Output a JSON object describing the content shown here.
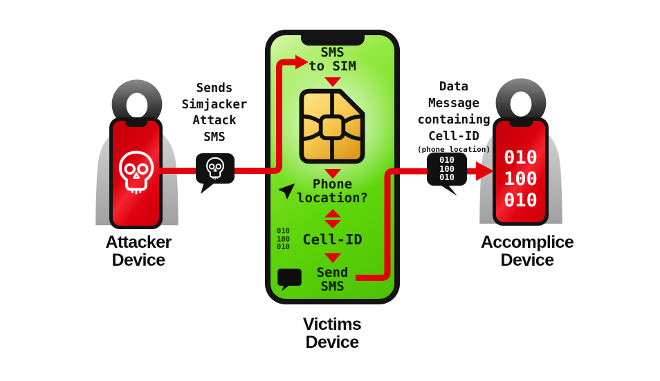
{
  "title": "Simjacker attack flow diagram",
  "colors": {
    "flow_red": "#e3000b",
    "screen_green": "#5fd60a",
    "screen_text": "#0c1c03",
    "sim_gold_light": "#ffe588",
    "sim_gold_dark": "#e09a1e",
    "bubble_black": "#111111",
    "hood_top_gray": "#8a8a8a",
    "hood_black": "#0d0d0d",
    "body_gray_light": "#d6d6d6",
    "body_gray_dark": "#9f9f9f"
  },
  "attacker": {
    "device_label": [
      "Attacker",
      "Device"
    ],
    "sms_annotation": [
      "Sends",
      "Simjacker",
      "Attack",
      "SMS"
    ]
  },
  "victim": {
    "device_label": [
      "Victims",
      "Device"
    ],
    "screen": {
      "sms_to_sim": [
        "SMS",
        "to SIM"
      ],
      "phone_location": [
        "Phone",
        "location?"
      ],
      "cell_id": "Cell-ID",
      "binary": [
        "010",
        "100",
        "010"
      ],
      "send_sms": [
        "Send",
        "SMS"
      ]
    }
  },
  "accomplice": {
    "device_label": [
      "Accomplice",
      "Device"
    ],
    "data_annotation": [
      "Data",
      "Message",
      "containing",
      "Cell-ID"
    ],
    "data_annotation_note": "(phone location)",
    "bubble_binary": [
      "010",
      "100",
      "010"
    ],
    "screen_binary": [
      "010",
      "100",
      "010"
    ]
  }
}
